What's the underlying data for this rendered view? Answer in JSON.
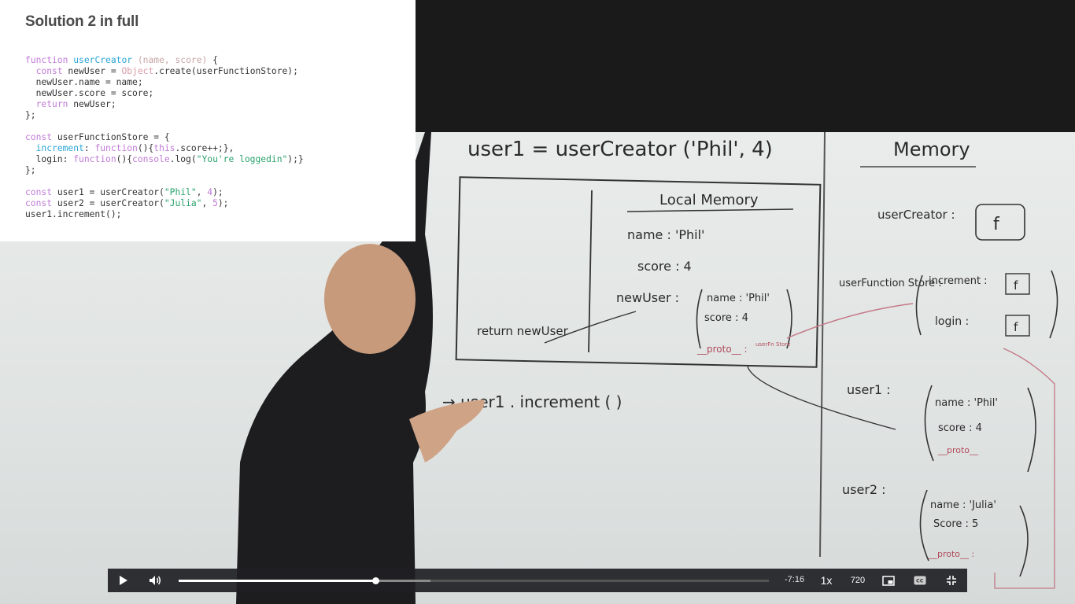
{
  "slide": {
    "title": "Solution 2 in full",
    "code_lines": [
      "function userCreator (name, score) {",
      "  const newUser = Object.create(userFunctionStore);",
      "  newUser.name = name;",
      "  newUser.score = score;",
      "  return newUser;",
      "};",
      "",
      "const userFunctionStore = {",
      "  increment: function(){this.score++;},",
      "  login: function(){console.log(\"You're loggedin\");}",
      "};",
      "",
      "const user1 = userCreator(\"Phil\", 4);",
      "const user2 = userCreator(\"Julia\", 5);",
      "user1.increment();"
    ]
  },
  "whiteboard": {
    "call_line": "user1  =  userCreator ('Phil', 4)",
    "memory_title": "Memory",
    "local_memory_title": "Local Memory",
    "local_name": "name  :  'Phil'",
    "local_score": "score  :  4",
    "local_newuser": "newUser :",
    "obj_name": "name : 'Phil'",
    "obj_score": "score :  4",
    "obj_proto": "__proto__ :",
    "obj_proto_val": "userFn Store",
    "return_text": "return newUser",
    "increment_call": "→ user1 . increment ( )",
    "mem_usercreator": "userCreator :",
    "mem_fn_f": "f",
    "mem_ufs_label": "userFunction Store :",
    "mem_increment": "increment :",
    "mem_login": "login :",
    "mem_user1": "user1 :",
    "mem_user1_name": "name : 'Phil'",
    "mem_user1_score": "score :  4",
    "mem_user1_proto": "__proto__",
    "mem_user2": "user2 :",
    "mem_user2_name": "name : 'Julia'",
    "mem_user2_score": "Score :  5",
    "mem_user2_proto": "__proto__ :"
  },
  "player": {
    "time_remaining": "-7:16",
    "speed": "1x",
    "quality": "720",
    "progress_fraction": 0.333,
    "buffered_fraction": 0.427,
    "icons": [
      "play-icon",
      "volume-icon",
      "pip-icon",
      "captions-icon",
      "exit-fullscreen-icon"
    ]
  }
}
